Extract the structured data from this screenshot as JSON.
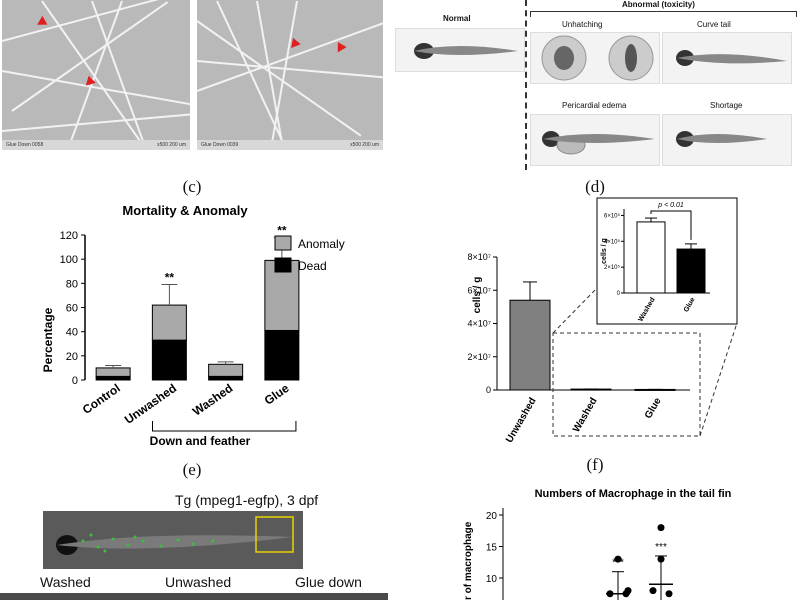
{
  "panels": {
    "top_paren": "(·)",
    "c": "(c)",
    "d": "(d)",
    "e": "(e)",
    "f": "(f)"
  },
  "sem": {
    "left_caption": "Glue Down 0058",
    "left_scale": "x500  200 um",
    "right_caption": "Glue Down 0039",
    "right_scale": "x500  200 um"
  },
  "fish": {
    "normal": "Normal",
    "abnormal_header": "Abnormal (toxicity)",
    "unhatching": "Unhatching",
    "curve_tail": "Curve tail",
    "pericardial_edema": "Pericardial edema",
    "shortage": "Shortage"
  },
  "chart_data": [
    {
      "type": "bar",
      "title": "Mortality & Anomaly",
      "ylabel": "Percentage",
      "categories": [
        "Control",
        "Unwashed",
        "Washed",
        "Glue"
      ],
      "group_label": "Down and feather",
      "ylim": [
        0,
        120
      ],
      "yticks": [
        0,
        20,
        40,
        60,
        80,
        100,
        120
      ],
      "series": [
        {
          "name": "Dead",
          "color": "#000000",
          "values": [
            3,
            33,
            3,
            41
          ],
          "errors": [
            2,
            23,
            2,
            18
          ]
        },
        {
          "name": "Anomaly",
          "color": "#a9a9a9",
          "values": [
            7,
            29,
            10,
            58
          ],
          "errors": [
            2,
            17,
            2,
            19
          ]
        }
      ],
      "significance": [
        "",
        "**",
        "",
        "**"
      ]
    },
    {
      "type": "bar",
      "ylabel": "cells / g",
      "categories": [
        "Unwashed",
        "Washed",
        "Glue"
      ],
      "values": [
        54000000.0,
        550000.0,
        340000.0
      ],
      "errors": [
        11000000.0,
        30000.0,
        40000.0
      ],
      "yticks_labels": [
        "0",
        "2×10⁷",
        "4×10⁷",
        "6×10⁷",
        "8×10⁷"
      ],
      "ylim": [
        0,
        80000000.0
      ],
      "inset": {
        "ylabel": "cells / g",
        "categories": [
          "Washed",
          "Glue"
        ],
        "values": [
          550000.0,
          340000.0
        ],
        "errors": [
          30000.0,
          40000.0
        ],
        "yticks_labels": [
          "0",
          "2×10⁵",
          "4×10⁵",
          "6×10⁵"
        ],
        "ylim": [
          0,
          650000.0
        ],
        "annotation": "p < 0.01"
      }
    },
    {
      "type": "scatter",
      "title": "Numbers of Macrophage in the tail fin",
      "ylabel": "r of macrophage",
      "yticks": [
        10,
        15,
        20
      ],
      "groups": [
        {
          "mean": 7.5,
          "sd_low": 4.5,
          "sd_high": 11,
          "points": [
            7.5,
            7.5,
            8,
            13
          ],
          "sig": "***"
        },
        {
          "mean": 9,
          "sd_low": 4.5,
          "sd_high": 13.5,
          "points": [
            8,
            7.5,
            13,
            18
          ],
          "sig": "***"
        }
      ]
    }
  ],
  "tg": {
    "title": "Tg (mpeg1-egfp), 3 dpf",
    "washed": "Washed",
    "unwashed": "Unwashed",
    "glue_down": "Glue down"
  }
}
